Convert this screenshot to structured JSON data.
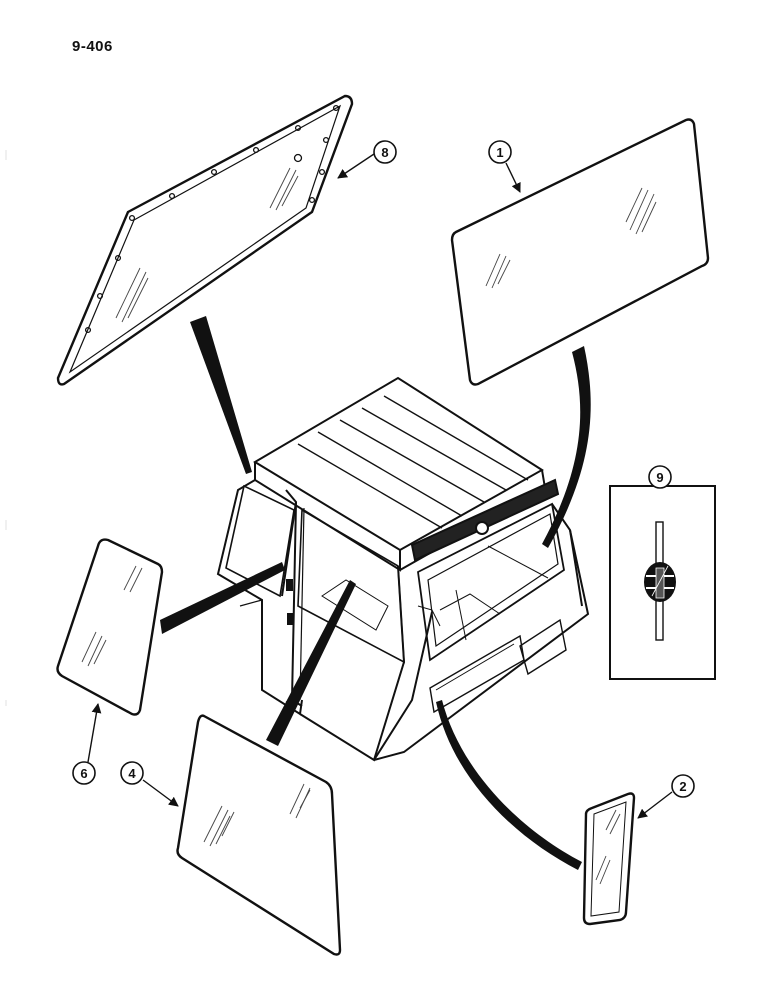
{
  "page": {
    "code": "9-406"
  },
  "callouts": {
    "c1": "1",
    "c2": "2",
    "c4": "4",
    "c6": "6",
    "c8": "8",
    "c9": "9"
  },
  "colors": {
    "ink": "#111111",
    "paper": "#ffffff",
    "glass_hatch": "#444444"
  }
}
